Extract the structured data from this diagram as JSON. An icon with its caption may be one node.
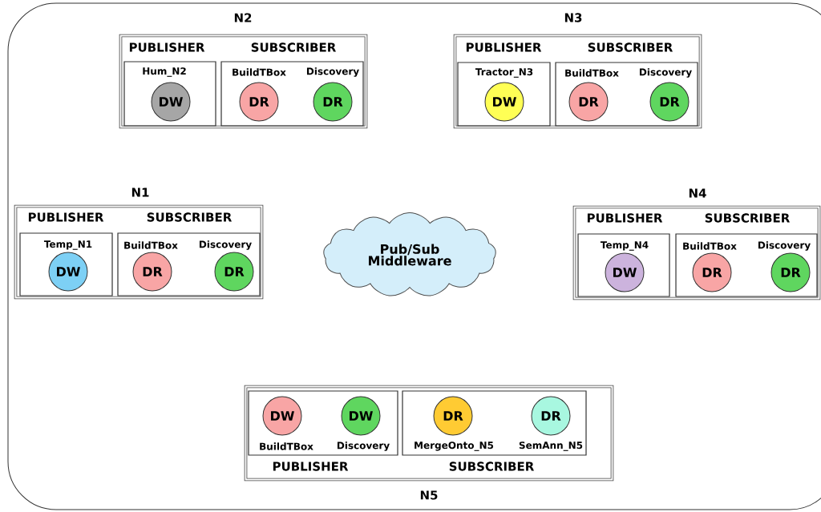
{
  "diagram": {
    "nodes": [
      {
        "text": [],
        "shape": "box"
      },
      {
        "text": [
          "N2",
          "PUBLISHER",
          "SUBSCRIBER"
        ],
        "in": 0
      },
      {
        "text": [],
        "shape": "box",
        "in": 1
      },
      {
        "text": [
          "DW"
        ],
        "beside": [
          "Hum_N2"
        ],
        "in": 2
      },
      {
        "text": [],
        "shape": "box",
        "in": 1
      },
      {
        "text": [
          "DR"
        ],
        "beside": [
          "BuildTBox"
        ],
        "in": 4
      },
      {
        "text": [
          "DR"
        ],
        "beside": [
          "Discovery"
        ],
        "in": 4
      },
      {
        "text": [
          "N3",
          "PUBLISHER",
          "SUBSCRIBER"
        ],
        "in": 0
      },
      {
        "text": [],
        "shape": "box",
        "in": 7
      },
      {
        "text": [
          "DW"
        ],
        "beside": [
          "Tractor_N3"
        ],
        "in": 8
      },
      {
        "text": [],
        "shape": "box",
        "in": 7
      },
      {
        "text": [
          "DR"
        ],
        "beside": [
          "BuildTBox"
        ],
        "in": 10
      },
      {
        "text": [
          "DR"
        ],
        "beside": [
          "Discovery"
        ],
        "in": 10
      },
      {
        "text": [
          "N1",
          "PUBLISHER",
          "SUBSCRIBER"
        ],
        "in": 0
      },
      {
        "text": [],
        "shape": "box",
        "in": 13
      },
      {
        "text": [
          "DW"
        ],
        "beside": [
          "Temp_N1"
        ],
        "in": 14
      },
      {
        "text": [],
        "shape": "box",
        "in": 13
      },
      {
        "text": [
          "DR"
        ],
        "beside": [
          "BuildTBox"
        ],
        "in": 16
      },
      {
        "text": [
          "DR"
        ],
        "beside": [
          "Discovery"
        ],
        "in": 16
      },
      {
        "text": [
          "Pub/Sub Middleware"
        ],
        "in": 0
      },
      {
        "text": [
          "N4",
          "PUBLISHER",
          "SUBSCRIBER"
        ],
        "in": 0
      },
      {
        "text": [],
        "shape": "box",
        "in": 20
      },
      {
        "text": [
          "DW"
        ],
        "beside": [
          "Temp_N4"
        ],
        "in": 21
      },
      {
        "text": [],
        "shape": "box",
        "in": 20
      },
      {
        "text": [
          "DR"
        ],
        "beside": [
          "BuildTBox"
        ],
        "in": 23
      },
      {
        "text": [
          "DR"
        ],
        "beside": [
          "Discovery"
        ],
        "in": 23
      },
      {
        "text": [
          "N5",
          "PUBLISHER",
          "SUBSCRIBER"
        ],
        "in": 0
      },
      {
        "text": [],
        "shape": "box",
        "in": 26
      },
      {
        "text": [
          "DW"
        ],
        "beside": [
          "BuildTBox"
        ],
        "in": 27
      },
      {
        "text": [
          "DW"
        ],
        "beside": [
          "Discovery"
        ],
        "in": 27
      },
      {
        "text": [],
        "shape": "box",
        "in": 26
      },
      {
        "text": [
          "DR"
        ],
        "beside": [
          "MergeOnto_N5"
        ],
        "in": 30
      },
      {
        "text": [
          "DR"
        ],
        "beside": [
          "SemAnn_N5"
        ],
        "in": 30
      }
    ]
  }
}
